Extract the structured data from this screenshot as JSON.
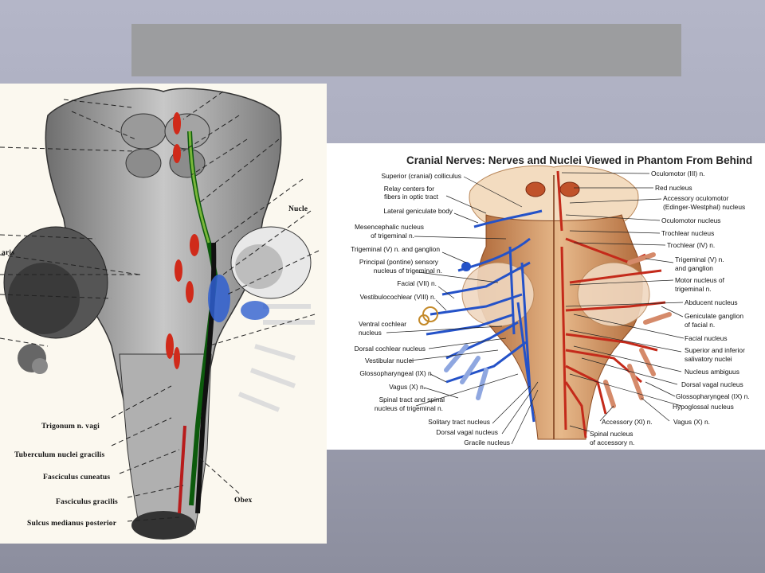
{
  "slide": {
    "title_placeholder": ""
  },
  "left_figure": {
    "labels": {
      "nucle": "Nucle",
      "aris": "aris",
      "trigonum": "Trigonum n. vagi",
      "tuberculum": "Tuberculum nuclei gracilis",
      "fasc_cuneatus": "Fasciculus cuneatus",
      "fasc_gracilis": "Fasciculus gracilis",
      "sulcus": "Sulcus medianus posterior",
      "obex": "Obex"
    }
  },
  "right_figure": {
    "title": "Cranial Nerves: Nerves and Nuclei Viewed in Phantom From Behind",
    "left_labels": [
      "Superior (cranial) colliculus",
      "Relay centers for",
      "fibers in optic tract",
      "Lateral geniculate body",
      "Mesencephalic nucleus",
      "of trigeminal n.",
      "Trigeminal (V) n. and ganglion",
      "Principal (pontine) sensory",
      "nucleus of trigeminal n.",
      "Facial (VII) n.",
      "Vestibulocochlear (VIII) n.",
      "Ventral cochlear",
      "nucleus",
      "Dorsal cochlear nucleus",
      "Vestibular nuclei",
      "Glossopharyngeal (IX) n.",
      "Vagus (X) n.",
      "Spinal tract and spinal",
      "nucleus of trigeminal n.",
      "Solitary tract nucleus",
      "Dorsal vagal nucleus",
      "Gracile nucleus"
    ],
    "right_labels": [
      "Oculomotor (III) n.",
      "Red nucleus",
      "Accessory oculomotor",
      "(Edinger-Westphal) nucleus",
      "Oculomotor nucleus",
      "Trochlear nucleus",
      "Trochlear (IV) n.",
      "Trigeminal (V) n.",
      "and ganglion",
      "Motor nucleus of",
      "trigeminal n.",
      "Abducent nucleus",
      "Geniculate ganglion",
      "of facial n.",
      "Facial nucleus",
      "Superior and inferior",
      "salivatory nuclei",
      "Nucleus ambiguus",
      "Dorsal vagal nucleus",
      "Glossopharyngeal (IX) n.",
      "Hypoglossal nucleus",
      "Vagus (X) n.",
      "Accessory (XI) n.",
      "Spinal nucleus",
      "of accessory n."
    ]
  }
}
